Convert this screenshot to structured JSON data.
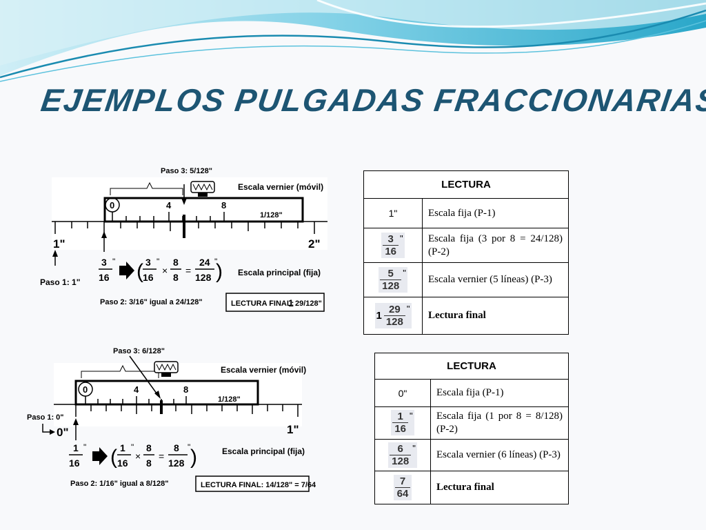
{
  "title": "EJEMPLOS PULGADAS FRACCIONARIAS",
  "diagram1": {
    "paso3": "Paso 3: 5/128\"",
    "vernier_label": "Escala vernier (móvil)",
    "vernier_marks": [
      "0",
      "4",
      "8"
    ],
    "vernier_unit": "1/128\"",
    "main_left": "1\"",
    "main_right": "2\"",
    "paso1": "Paso 1: 1\"",
    "fraction_left": {
      "num": "3",
      "den": "16"
    },
    "eq": {
      "a_num": "3",
      "a_den": "16",
      "b_num": "8",
      "b_den": "8",
      "c_num": "24",
      "c_den": "128"
    },
    "main_label": "Escala principal (fija)",
    "paso2": "Paso 2: 3/16\" igual a 24/128\"",
    "final_label": "LECTURA FINAL:",
    "final_whole": "1",
    "final_frac": "29/128\""
  },
  "diagram2": {
    "paso3": "Paso 3: 6/128\"",
    "vernier_label": "Escala vernier (móvil)",
    "vernier_marks": [
      "0",
      "4",
      "8"
    ],
    "vernier_unit": "1/128\"",
    "main_left": "0\"",
    "main_right": "1\"",
    "paso1": "Paso 1: 0\"",
    "fraction_left": {
      "num": "1",
      "den": "16"
    },
    "eq": {
      "a_num": "1",
      "a_den": "16",
      "b_num": "8",
      "b_den": "8",
      "c_num": "8",
      "c_den": "128"
    },
    "main_label": "Escala principal (fija)",
    "paso2": "Paso 2: 1/16\" igual a 8/128\"",
    "final_label": "LECTURA FINAL: 14/128\" = 7/64\""
  },
  "table1": {
    "header": "LECTURA",
    "rows": [
      {
        "value": "1\"",
        "desc": "Escala fija (P-1)"
      },
      {
        "num": "3",
        "den": "16",
        "desc": "Escala fija (3 por 8 = 24/128) (P-2)"
      },
      {
        "num": "5",
        "den": "128",
        "desc": "Escala vernier (5 líneas) (P-3)"
      },
      {
        "whole": "1",
        "num": "29",
        "den": "128",
        "desc": "Lectura final"
      }
    ]
  },
  "table2": {
    "header": "LECTURA",
    "rows": [
      {
        "value": "0\"",
        "desc": "Escala fija (P-1)"
      },
      {
        "num": "1",
        "den": "16",
        "desc": "Escala fija (1 por 8 = 8/128) (P-2)"
      },
      {
        "num": "6",
        "den": "128",
        "desc": "Escala vernier (6 líneas) (P-3)"
      },
      {
        "num": "7",
        "den": "64",
        "desc": "Lectura final"
      }
    ]
  },
  "inch_mark": "\"",
  "colors": {
    "title": "#1d5573",
    "wave_dark": "#2aa7c9",
    "wave_light": "#9fd8ea"
  }
}
